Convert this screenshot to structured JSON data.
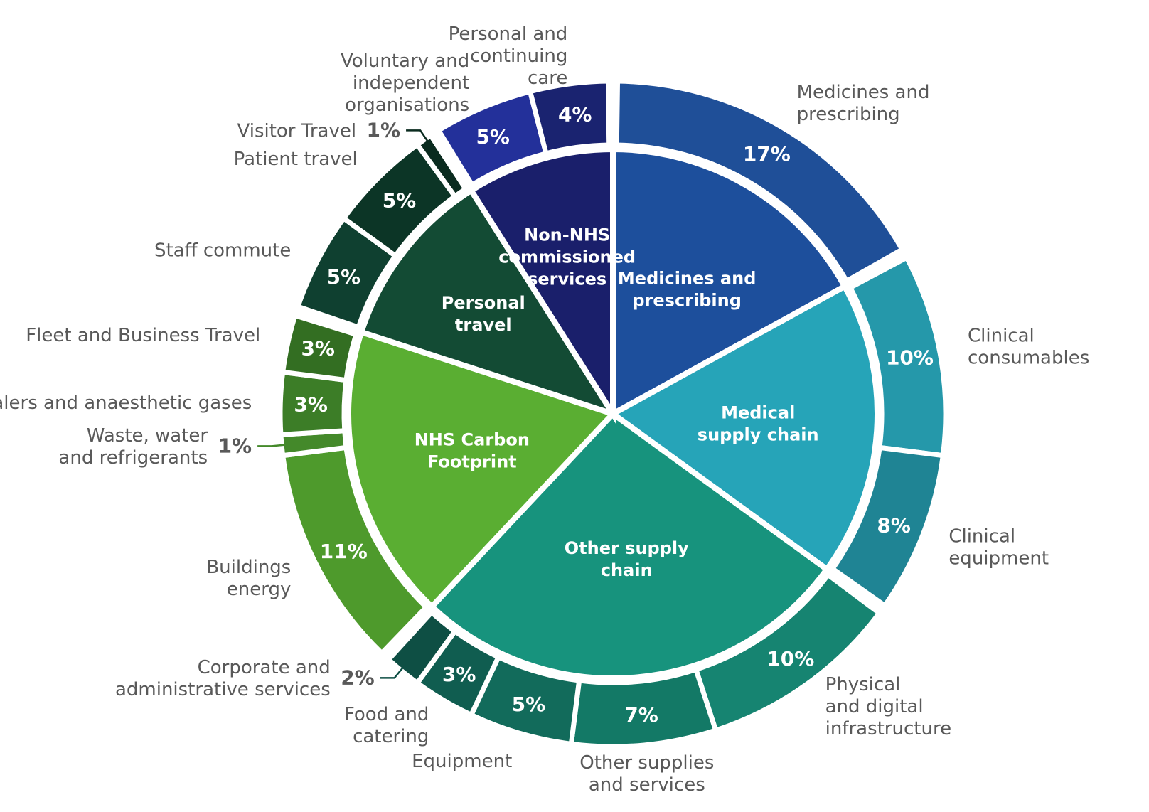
{
  "chart_data": {
    "type": "sunburst",
    "unit": "%",
    "inner": [
      {
        "name": "Medicines and prescribing",
        "lines": [
          "Medicines and",
          "prescribing"
        ],
        "value": 17,
        "color": "#1d4f9c"
      },
      {
        "name": "Medical supply chain",
        "lines": [
          "Medical",
          "supply chain"
        ],
        "value": 18,
        "color": "#26a4b8"
      },
      {
        "name": "Other supply chain",
        "lines": [
          "Other supply",
          "chain"
        ],
        "value": 27,
        "color": "#17937d"
      },
      {
        "name": "NHS Carbon Footprint",
        "lines": [
          "NHS Carbon",
          "Footprint"
        ],
        "value": 18,
        "color": "#5aae32"
      },
      {
        "name": "Personal travel",
        "lines": [
          "Personal",
          "travel"
        ],
        "value": 11,
        "color": "#134b34"
      },
      {
        "name": "Non-NHS commissioned services",
        "lines": [
          "Non-NHS",
          "commissioned",
          "services"
        ],
        "value": 9,
        "color": "#1a1f6b"
      }
    ],
    "outer": [
      {
        "group": "Medicines and prescribing",
        "label": "17%",
        "value": 17,
        "name_lines": [
          "Medicines and",
          "prescribing"
        ],
        "color": "#1f4f98"
      },
      {
        "group": "Medical supply chain",
        "label": "10%",
        "value": 10,
        "name_lines": [
          "Clinical",
          "consumables"
        ],
        "color": "#2598aa"
      },
      {
        "group": "Medical supply chain",
        "label": "8%",
        "value": 8,
        "name_lines": [
          "Clinical",
          "equipment"
        ],
        "color": "#1f8494"
      },
      {
        "group": "Other supply chain",
        "label": "10%",
        "value": 10,
        "name_lines": [
          "Physical",
          "and digital",
          "infrastructure"
        ],
        "color": "#168471"
      },
      {
        "group": "Other supply chain",
        "label": "7%",
        "value": 7,
        "name_lines": [
          "Other supplies",
          "and services"
        ],
        "color": "#137966"
      },
      {
        "group": "Other supply chain",
        "label": "5%",
        "value": 5,
        "name_lines": [
          "Equipment"
        ],
        "color": "#126b5b"
      },
      {
        "group": "Other supply chain",
        "label": "3%",
        "value": 3,
        "name_lines": [
          "Food and",
          "catering"
        ],
        "color": "#105d50"
      },
      {
        "group": "Other supply chain",
        "label": "2%",
        "value": 2,
        "name_lines": [
          "Corporate and",
          "administrative services"
        ],
        "color": "#0e4f44"
      },
      {
        "group": "NHS Carbon Footprint",
        "label": "11%",
        "value": 11,
        "name_lines": [
          "Buildings",
          "energy"
        ],
        "color": "#4e9a2c"
      },
      {
        "group": "NHS Carbon Footprint",
        "label": "1%",
        "value": 1,
        "name_lines": [
          "Waste, water",
          "and refrigerants"
        ],
        "color": "#44892a"
      },
      {
        "group": "NHS Carbon Footprint",
        "label": "3%",
        "value": 3,
        "name_lines": [
          "Inhalers and anaesthetic gases"
        ],
        "color": "#3c7d27"
      },
      {
        "group": "NHS Carbon Footprint",
        "label": "3%",
        "value": 3,
        "name_lines": [
          "Fleet and Business Travel"
        ],
        "color": "#336e22"
      },
      {
        "group": "Personal travel",
        "label": "5%",
        "value": 5,
        "name_lines": [
          "Staff commute"
        ],
        "color": "#0f4030"
      },
      {
        "group": "Personal travel",
        "label": "5%",
        "value": 5,
        "name_lines": [
          "Patient travel"
        ],
        "color": "#0c3526"
      },
      {
        "group": "Personal travel",
        "label": "1%",
        "value": 1,
        "name_lines": [
          "Visitor Travel"
        ],
        "color": "#0a2b1f"
      },
      {
        "group": "Non-NHS commissioned services",
        "label": "5%",
        "value": 5,
        "name_lines": [
          "Voluntary and",
          "independent",
          "organisations"
        ],
        "color": "#23309a"
      },
      {
        "group": "Non-NHS commissioned services",
        "label": "4%",
        "value": 4,
        "name_lines": [
          "Personal and",
          "continuing",
          "care"
        ],
        "color": "#1a2370"
      }
    ]
  }
}
